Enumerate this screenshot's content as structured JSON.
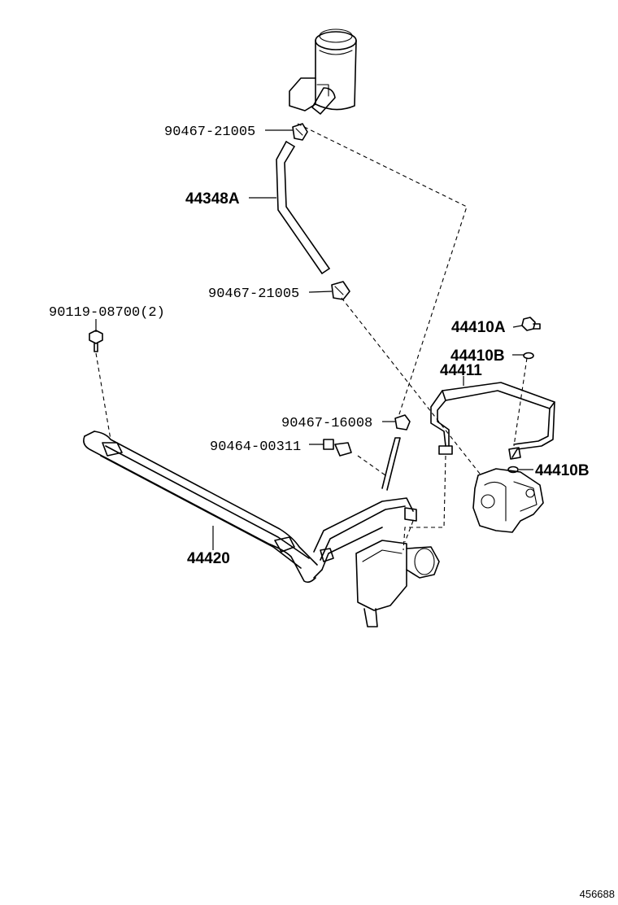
{
  "labels": {
    "clip_upper": "90467-21005",
    "hose": "44348A",
    "clip_lower": "90467-21005",
    "bolt_cooler": "90119-08700(2)",
    "bolt_a": "44410A",
    "gasket_b_top": "44410B",
    "tube": "44411",
    "clamp_16008": "90467-16008",
    "clamp_00311": "90464-00311",
    "cooler": "44420",
    "gasket_b_lower": "44410B"
  },
  "illustration_id": "456688"
}
